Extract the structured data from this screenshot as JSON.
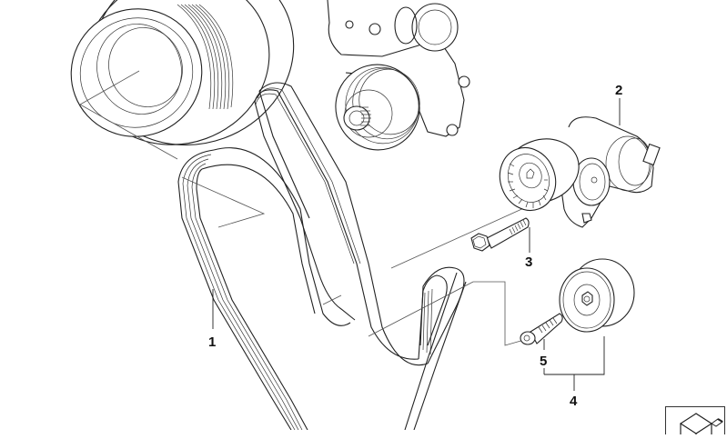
{
  "diagram": {
    "title": "Belt drive exploded parts diagram",
    "callouts": [
      {
        "id": "1",
        "label": "1",
        "part": "ribbed-v-belt"
      },
      {
        "id": "2",
        "label": "2",
        "part": "belt-tensioner"
      },
      {
        "id": "3",
        "label": "3",
        "part": "tensioner-hex-bolt"
      },
      {
        "id": "4",
        "label": "4",
        "part": "deflection-pulley-kit"
      },
      {
        "id": "5",
        "label": "5",
        "part": "socket-head-bolt"
      }
    ],
    "components": [
      "crankshaft-vibration-damper-pulley",
      "water-pump-with-pulley",
      "ribbed-v-belt",
      "tensioner-pulley",
      "tensioner",
      "hex-bolt",
      "idler-pulley",
      "socket-head-bolt"
    ],
    "corner_icon": "cube-view-icon"
  },
  "colors": {
    "line": "#222222",
    "background": "#ffffff"
  }
}
